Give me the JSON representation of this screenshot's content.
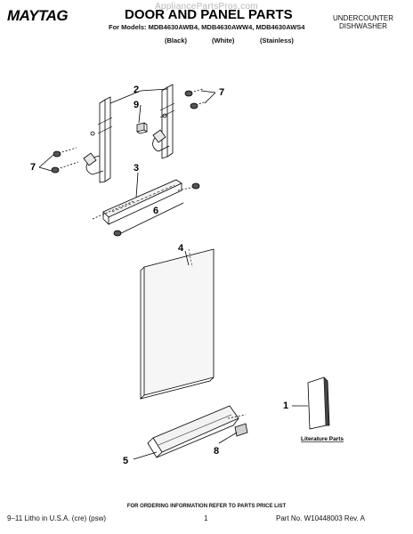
{
  "watermark": "AppliancePartsPros.com",
  "header": {
    "brand": "MAYTAG",
    "title": "DOOR AND PANEL PARTS",
    "models_line": "For Models: MDB4630AWB4, MDB4630AWW4, MDB4630AWS4",
    "finishes": [
      "(Black)",
      "(White)",
      "(Stainless)"
    ],
    "category": "UNDERCOUNTER\nDISHWASHER"
  },
  "callouts": {
    "c1": "1",
    "c2": "2",
    "c3": "3",
    "c4": "4",
    "c5": "5",
    "c6": "6",
    "c7a": "7",
    "c7b": "7",
    "c8": "8",
    "c9": "9"
  },
  "literature_label": "Literature Parts",
  "footer": {
    "order_note": "FOR ORDERING INFORMATION REFER TO PARTS PRICE LIST",
    "print_info": "9–11 Litho in U.S.A. (cre) (psw)",
    "page": "1",
    "part_no": "Part No. W10448003 Rev. A"
  }
}
